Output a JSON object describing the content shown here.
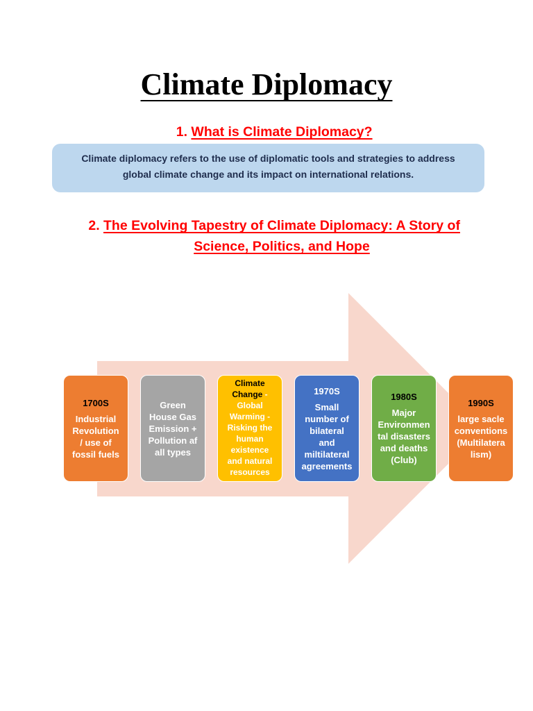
{
  "colors": {
    "heading": "#FF0000",
    "definition_background": "#BDD7EE",
    "definition_text": "#1F2D4D",
    "arrow": "#F8D7CC"
  },
  "title": "Climate Diplomacy",
  "section_1": {
    "number": "1.",
    "heading": "What is Climate Diplomacy?",
    "definition_lines": [
      "Climate diplomacy refers to the use of diplomatic tools and strategies to address",
      "global climate change and its impact on international relations."
    ]
  },
  "section_2": {
    "number": "2.",
    "heading_lines": [
      "The Evolving Tapestry of Climate Diplomacy: A Story of",
      "Science, Politics, and Hope"
    ]
  },
  "timeline": [
    {
      "color": "#ED7D31",
      "year": "1700S",
      "lines": [
        "Industrial",
        "Revolution",
        "/ use of",
        "fossil fuels"
      ]
    },
    {
      "color": "#A5A5A5",
      "lines": [
        "Green",
        "House Gas",
        "Emission +",
        "Pollution af",
        "all types"
      ]
    },
    {
      "color": "#FFC000",
      "term_lines": [
        "Climate",
        "Change"
      ],
      "term_dash": "-",
      "lines": [
        "Global",
        "Warming -",
        "Risking the",
        "human",
        "existence",
        "and natural",
        "resources"
      ]
    },
    {
      "color": "#4472C4",
      "year": "1970S",
      "lines": [
        "Small",
        "number of",
        "bilateral",
        "and",
        "miltilateral",
        "agreements"
      ]
    },
    {
      "color": "#70AD47",
      "year": "1980S",
      "lines": [
        "Major",
        "Environmen",
        "tal disasters",
        "and deaths",
        "(Club)"
      ]
    },
    {
      "color": "#ED7D31",
      "year": "1990S",
      "lines": [
        "large sacle",
        "conventions",
        "(Multilatera",
        "lism)"
      ]
    }
  ]
}
